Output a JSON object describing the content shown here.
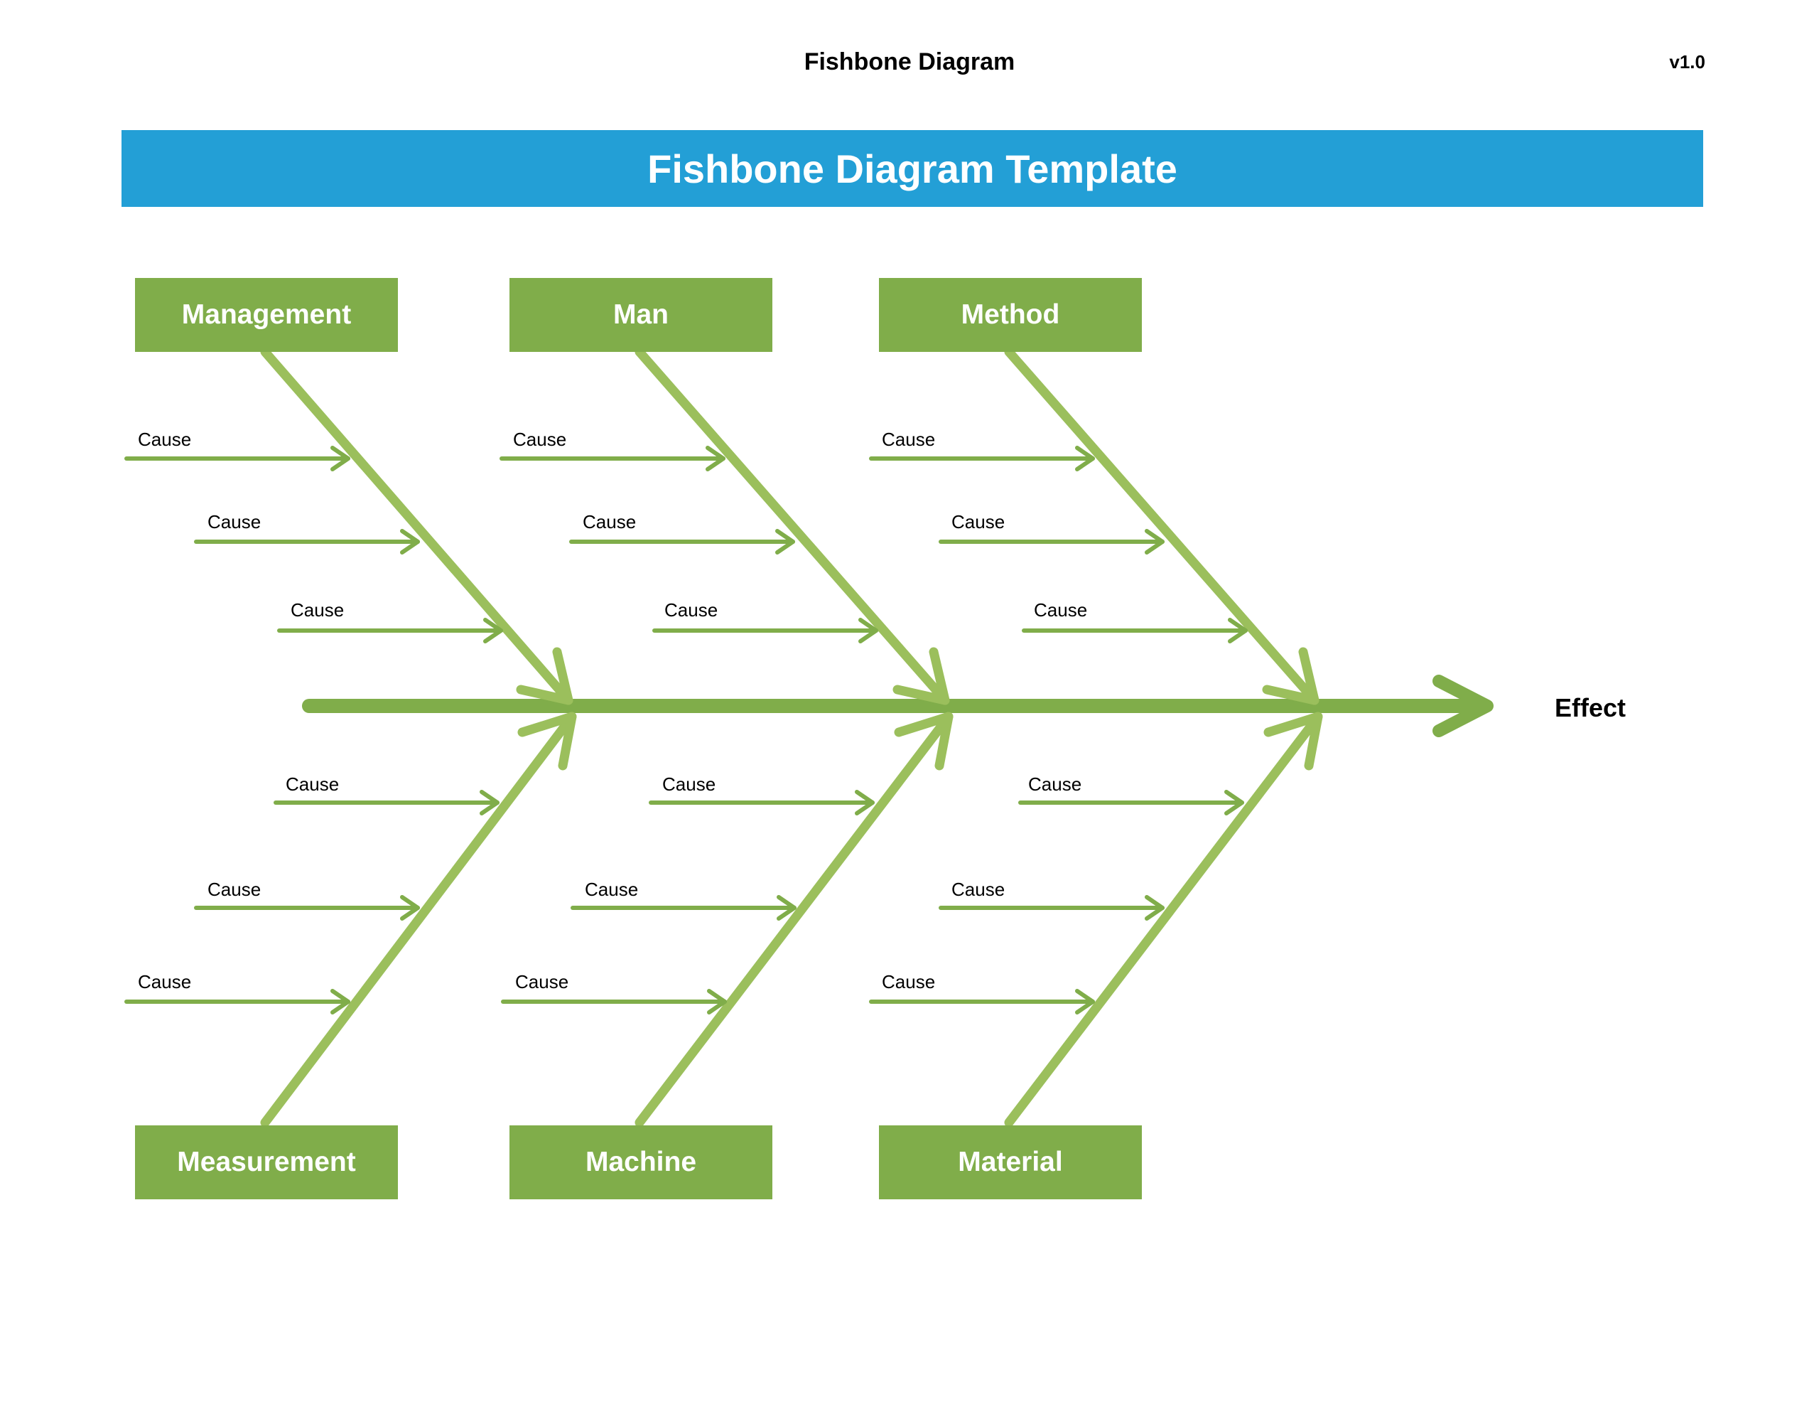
{
  "document": {
    "title": "Fishbone Diagram",
    "version": "v1.0"
  },
  "banner": {
    "title": "Fishbone Diagram Template"
  },
  "effect": "Effect",
  "categories": {
    "top": [
      "Management",
      "Man",
      "Method"
    ],
    "bottom": [
      "Measurement",
      "Machine",
      "Material"
    ]
  },
  "cause_label": "Cause",
  "colors": {
    "banner": "#239fd6",
    "category_box": "#80ad4a",
    "spine": "#80ad4a",
    "bones": "#9bbf5c"
  }
}
